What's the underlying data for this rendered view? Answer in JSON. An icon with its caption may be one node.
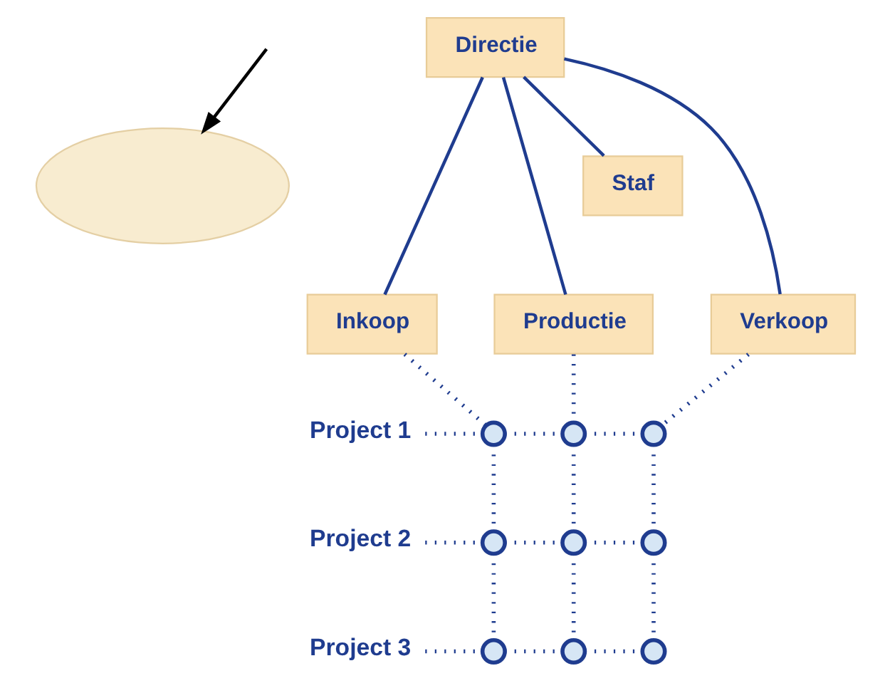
{
  "diagram": {
    "nodes": [
      {
        "text": [
          "Directie"
        ]
      },
      {
        "text": [],
        "shape": "ellipse"
      },
      {
        "text": [
          "Staf"
        ]
      },
      {
        "text": [
          "Inkoop"
        ]
      },
      {
        "text": [
          "Productie"
        ]
      },
      {
        "text": [
          "Verkoop"
        ]
      },
      {
        "text": [
          "Project 1"
        ]
      },
      {
        "text": [],
        "shape": "circle"
      },
      {
        "text": [],
        "shape": "circle"
      },
      {
        "text": [],
        "shape": "circle"
      },
      {
        "text": [
          "Project 2"
        ]
      },
      {
        "text": [],
        "shape": "circle"
      },
      {
        "text": [],
        "shape": "circle"
      },
      {
        "text": [],
        "shape": "circle"
      },
      {
        "text": [
          "Project 3"
        ]
      },
      {
        "text": [],
        "shape": "circle"
      },
      {
        "text": [],
        "shape": "circle"
      },
      {
        "text": [],
        "shape": "circle"
      }
    ],
    "edges": [
      {
        "from": null,
        "to": 1,
        "arrow": "to",
        "color": "#000000"
      },
      {
        "from": 0,
        "to": 2,
        "arrow": "none"
      },
      {
        "from": 0,
        "to": 3,
        "arrow": "none"
      },
      {
        "from": 0,
        "to": 4,
        "arrow": "none"
      },
      {
        "from": 0,
        "to": 5,
        "arrow": "none"
      },
      {
        "from": 3,
        "to": 7,
        "arrow": "none",
        "style": "dashed"
      },
      {
        "from": 4,
        "to": 8,
        "arrow": "none",
        "style": "dashed"
      },
      {
        "from": 5,
        "to": 9,
        "arrow": "none",
        "style": "dashed"
      },
      {
        "from": 6,
        "to": 7,
        "arrow": "none",
        "style": "dashed"
      },
      {
        "from": 7,
        "to": 8,
        "arrow": "none",
        "style": "dashed"
      },
      {
        "from": 8,
        "to": 9,
        "arrow": "none",
        "style": "dashed"
      },
      {
        "from": 7,
        "to": 11,
        "arrow": "none",
        "style": "dashed"
      },
      {
        "from": 8,
        "to": 12,
        "arrow": "none",
        "style": "dashed"
      },
      {
        "from": 9,
        "to": 13,
        "arrow": "none",
        "style": "dashed"
      },
      {
        "from": 10,
        "to": 11,
        "arrow": "none",
        "style": "dashed"
      },
      {
        "from": 11,
        "to": 12,
        "arrow": "none",
        "style": "dashed"
      },
      {
        "from": 12,
        "to": 13,
        "arrow": "none",
        "style": "dashed"
      },
      {
        "from": 11,
        "to": 15,
        "arrow": "none",
        "style": "dashed"
      },
      {
        "from": 12,
        "to": 16,
        "arrow": "none",
        "style": "dashed"
      },
      {
        "from": 13,
        "to": 17,
        "arrow": "none",
        "style": "dashed"
      },
      {
        "from": 14,
        "to": 15,
        "arrow": "none",
        "style": "dashed"
      },
      {
        "from": 15,
        "to": 16,
        "arrow": "none",
        "style": "dashed"
      },
      {
        "from": 16,
        "to": 17,
        "arrow": "none",
        "style": "dashed"
      }
    ]
  }
}
